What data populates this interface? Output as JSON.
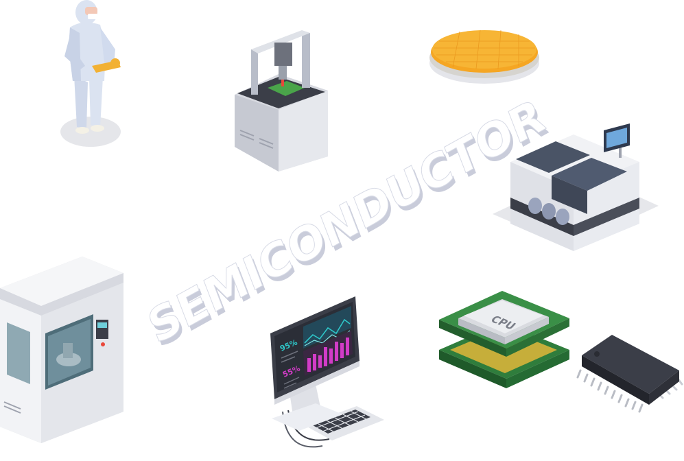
{
  "title": {
    "text": "SEMICONDUCTOR"
  },
  "monitor": {
    "stat_top": "95%",
    "stat_bottom": "55%"
  },
  "cpu": {
    "label": "CPU"
  },
  "colors": {
    "background": "#ffffff",
    "title_face": "#ffffff",
    "title_side": "#c9ccda",
    "machine_body": "#eceef3",
    "machine_shadow": "#d7d9e0",
    "dark_panel": "#3b3e48",
    "wafer": "#f5a623",
    "pcb_green": "#2f7d3c",
    "chart_teal": "#2ec7c9",
    "chart_magenta": "#d23cc7",
    "suit": "#dbe3f1",
    "glove": "#f2b134"
  },
  "icons": [
    "cleanroom-worker-icon",
    "wafer-icon",
    "lithography-machine-icon",
    "pick-and-place-machine-icon",
    "deposition-chamber-icon",
    "workstation-monitor-icon",
    "cpu-chip-icon",
    "ic-chip-icon"
  ]
}
